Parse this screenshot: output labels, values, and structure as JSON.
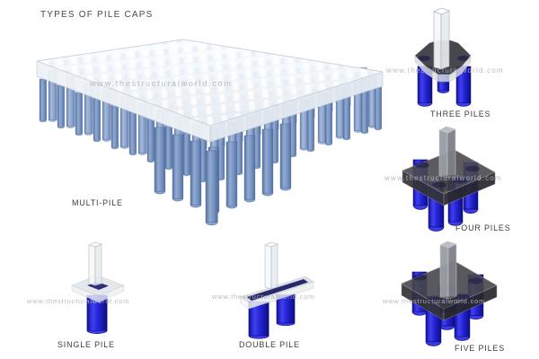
{
  "title": "TYPES OF PILE CAPS",
  "watermark": "www.thestructuralworld.com",
  "figures": {
    "multi": {
      "label": "MULTI-PILE"
    },
    "three": {
      "label": "THREE PILES",
      "pile_count": 3
    },
    "four": {
      "label": "FOUR PILES",
      "pile_count": 4
    },
    "five": {
      "label": "FIVE PILES",
      "pile_count": 5
    },
    "single": {
      "label": "SINGLE PILE",
      "pile_count": 1
    },
    "double": {
      "label": "DOUBLE PILE",
      "pile_count": 2
    }
  },
  "colors": {
    "background": "#ffffff",
    "title_text": "#4a4a4a",
    "label_text": "#3d3d3d",
    "watermark_text": "#b3b7bc",
    "pile_deep_blue": "#2525d6",
    "pile_steel_blue": "#7b96c2",
    "cap_dark_gray": "#45454b",
    "cap_glass": "#e9eef3"
  }
}
